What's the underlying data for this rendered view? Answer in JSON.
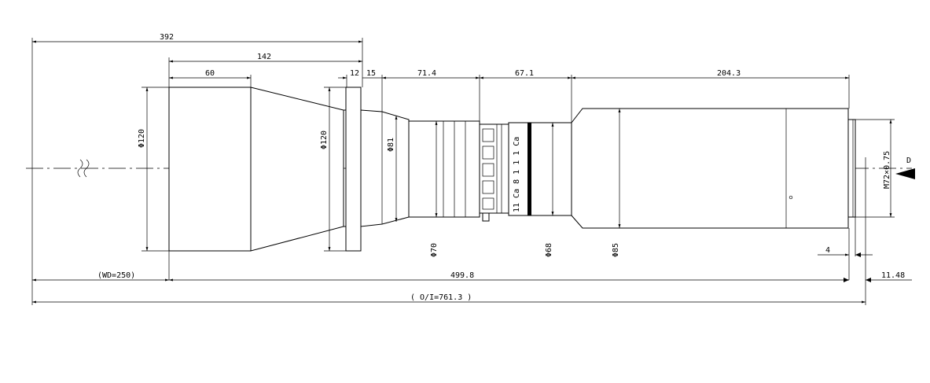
{
  "drawing": {
    "dimensions": {
      "total_length": "392",
      "front_length": "142",
      "hood_length": "60",
      "flange_thickness": "12",
      "flange_gap": "15",
      "segment_1": "71.4",
      "segment_2": "67.1",
      "segment_3": "204.3",
      "working_distance": "(WD=250)",
      "overall_body": "499.8",
      "flange_back": "11.48",
      "object_to_image": "( O/I=761.3 )",
      "thread_depth": "4"
    },
    "diameters": {
      "hood": "Φ120",
      "flange": "Φ120",
      "front_barrel": "Φ81",
      "focus_ring": "Φ70",
      "mid_barrel": "Φ68",
      "rear_barrel": "Φ85"
    },
    "mount_thread": "M72×0.75",
    "view_marker": "D",
    "scale_marks": "11 Ca 8 1 1 1 Ca"
  }
}
